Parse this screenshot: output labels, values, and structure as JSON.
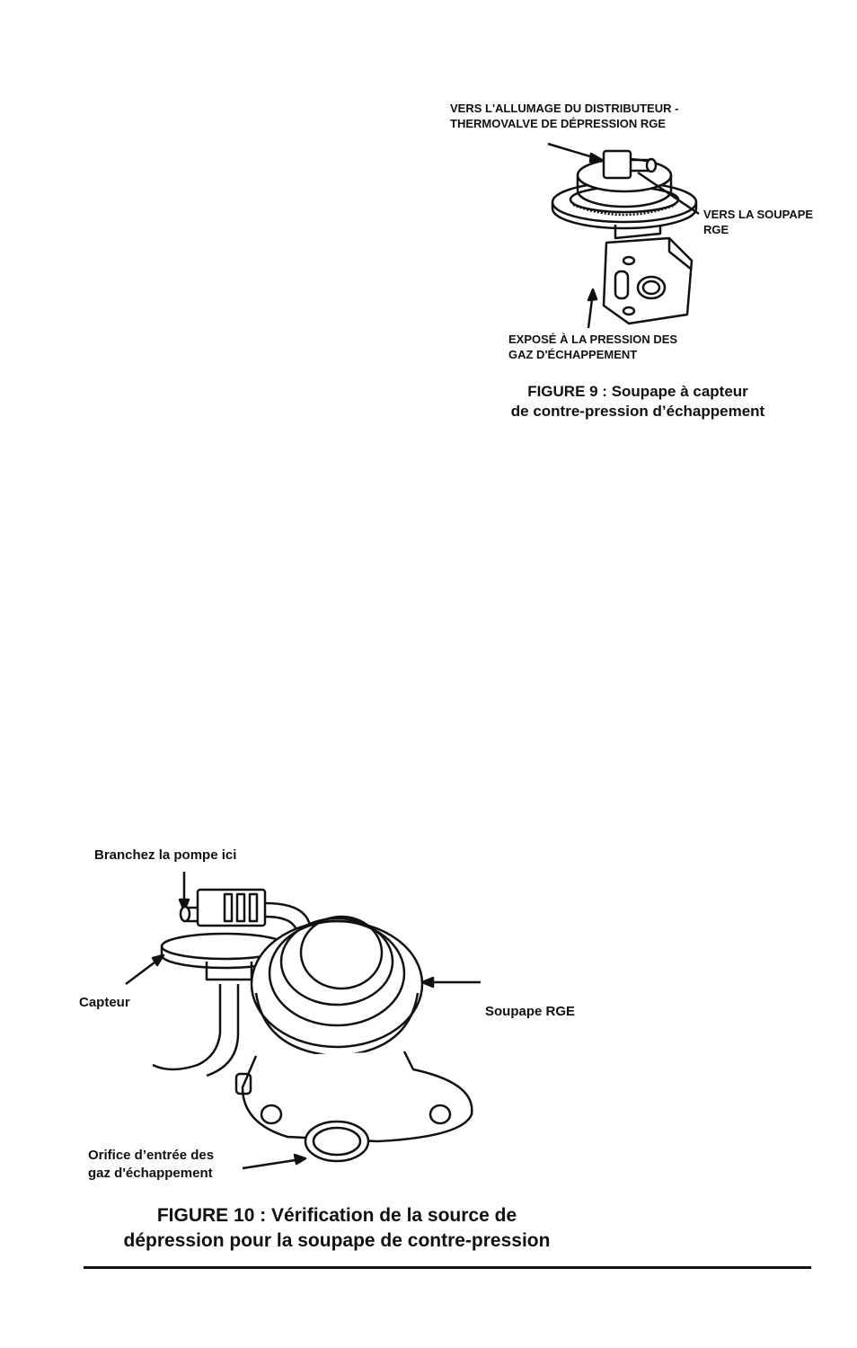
{
  "figure9": {
    "label_top_line1": "VERS L'ALLUMAGE DU DISTRIBUTEUR -",
    "label_top_line2": "THERMOVALVE DE DÉPRESSION RGE",
    "label_right_line1": "VERS LA SOUPAPE",
    "label_right_line2": "RGE",
    "label_bottom_line1": "EXPOSÉ À LA PRESSION DES",
    "label_bottom_line2": "GAZ D'ÉCHAPPEMENT",
    "caption_line1": "FIGURE 9 : Soupape à capteur",
    "caption_line2": "de contre-pression d’échappement"
  },
  "figure10": {
    "label_pump": "Branchez la pompe ici",
    "label_sensor": "Capteur",
    "label_valve": "Soupape RGE",
    "label_inlet_line1": "Orifice d’entrée des",
    "label_inlet_line2": "gaz d'échappement",
    "caption_line1": "FIGURE 10 : Vérification de la source de",
    "caption_line2": "dépression pour la soupape de contre-pression"
  }
}
